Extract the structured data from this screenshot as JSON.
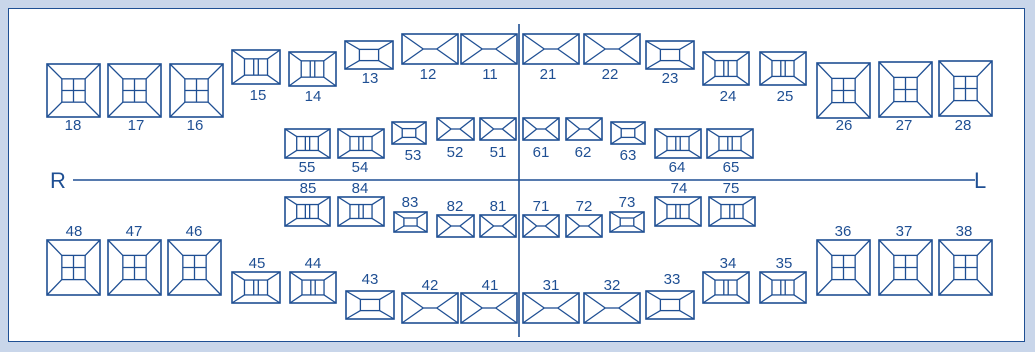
{
  "colors": {
    "ink": "#1f4f93",
    "paper": "#ffffff",
    "border_bg": "#c9d6ea"
  },
  "side_labels": {
    "right": "R",
    "left": "L"
  },
  "teeth": [
    {
      "id": "18",
      "kind": "molar"
    },
    {
      "id": "17",
      "kind": "molar"
    },
    {
      "id": "16",
      "kind": "molar"
    },
    {
      "id": "15",
      "kind": "premolar"
    },
    {
      "id": "14",
      "kind": "premolar"
    },
    {
      "id": "13",
      "kind": "canine"
    },
    {
      "id": "12",
      "kind": "incisor"
    },
    {
      "id": "11",
      "kind": "incisor"
    },
    {
      "id": "21",
      "kind": "incisor"
    },
    {
      "id": "22",
      "kind": "incisor"
    },
    {
      "id": "23",
      "kind": "canine"
    },
    {
      "id": "24",
      "kind": "premolar"
    },
    {
      "id": "25",
      "kind": "premolar"
    },
    {
      "id": "26",
      "kind": "molar"
    },
    {
      "id": "27",
      "kind": "molar"
    },
    {
      "id": "28",
      "kind": "molar"
    },
    {
      "id": "55",
      "kind": "premolar"
    },
    {
      "id": "54",
      "kind": "premolar"
    },
    {
      "id": "53",
      "kind": "canine"
    },
    {
      "id": "52",
      "kind": "incisor"
    },
    {
      "id": "51",
      "kind": "incisor"
    },
    {
      "id": "61",
      "kind": "incisor"
    },
    {
      "id": "62",
      "kind": "incisor"
    },
    {
      "id": "63",
      "kind": "canine"
    },
    {
      "id": "64",
      "kind": "premolar"
    },
    {
      "id": "65",
      "kind": "premolar"
    },
    {
      "id": "85",
      "kind": "premolar"
    },
    {
      "id": "84",
      "kind": "premolar"
    },
    {
      "id": "83",
      "kind": "canine"
    },
    {
      "id": "82",
      "kind": "incisor"
    },
    {
      "id": "81",
      "kind": "incisor"
    },
    {
      "id": "71",
      "kind": "incisor"
    },
    {
      "id": "72",
      "kind": "incisor"
    },
    {
      "id": "73",
      "kind": "canine"
    },
    {
      "id": "74",
      "kind": "premolar"
    },
    {
      "id": "75",
      "kind": "premolar"
    },
    {
      "id": "48",
      "kind": "molar"
    },
    {
      "id": "47",
      "kind": "molar"
    },
    {
      "id": "46",
      "kind": "molar"
    },
    {
      "id": "45",
      "kind": "premolar"
    },
    {
      "id": "44",
      "kind": "premolar"
    },
    {
      "id": "43",
      "kind": "canine"
    },
    {
      "id": "42",
      "kind": "incisor"
    },
    {
      "id": "41",
      "kind": "incisor"
    },
    {
      "id": "31",
      "kind": "incisor"
    },
    {
      "id": "32",
      "kind": "incisor"
    },
    {
      "id": "33",
      "kind": "canine"
    },
    {
      "id": "34",
      "kind": "premolar"
    },
    {
      "id": "35",
      "kind": "premolar"
    },
    {
      "id": "36",
      "kind": "molar"
    },
    {
      "id": "37",
      "kind": "molar"
    },
    {
      "id": "38",
      "kind": "molar"
    }
  ]
}
